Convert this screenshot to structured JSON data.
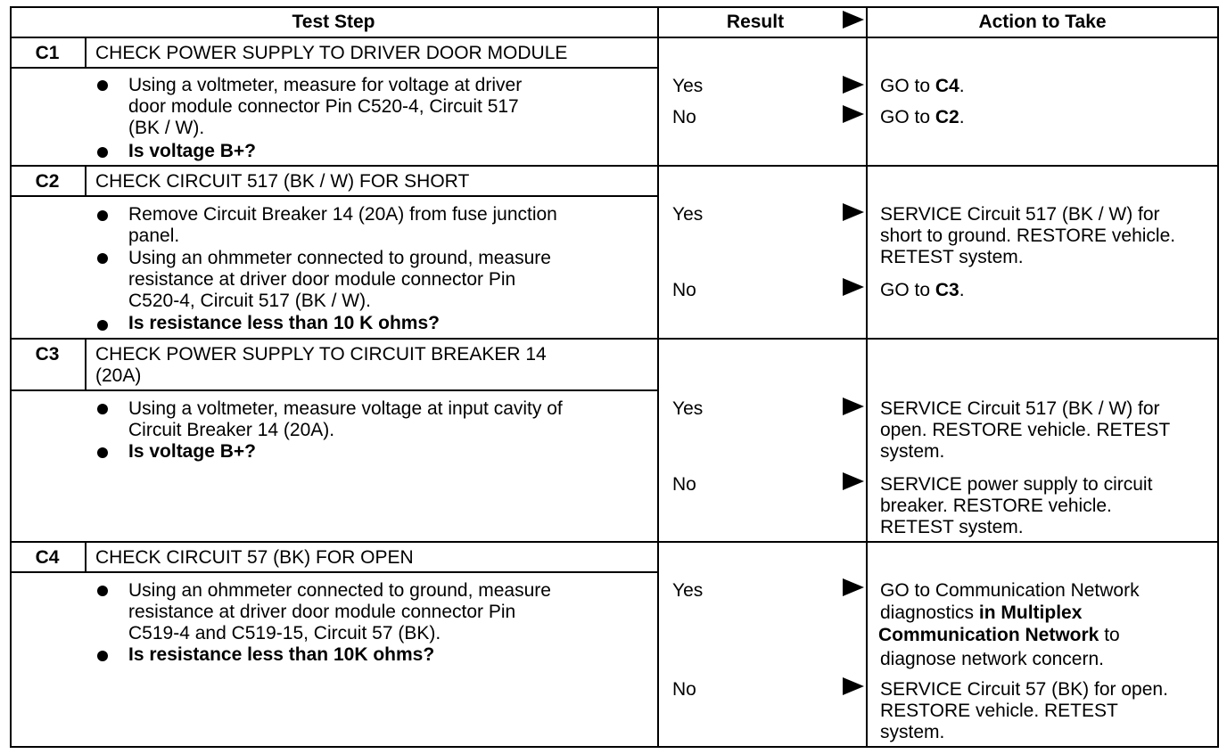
{
  "header": {
    "test_step": "Test Step",
    "result": "Result",
    "action": "Action to Take"
  },
  "steps": [
    {
      "id": "C1",
      "title": "CHECK POWER SUPPLY TO DRIVER DOOR MODULE",
      "bullets": [
        [
          "Using a voltmeter, measure for voltage at driver",
          "door module connector Pin C520-4, Circuit 517",
          "(BK / W)."
        ],
        [
          "Is voltage B+?"
        ]
      ],
      "results": [
        {
          "label": "Yes",
          "action": [
            "GO to ",
            "C4",
            "."
          ]
        },
        {
          "label": "No",
          "action": [
            "GO to ",
            "C2",
            "."
          ]
        }
      ]
    },
    {
      "id": "C2",
      "title": "CHECK CIRCUIT 517 (BK / W) FOR SHORT",
      "bullets": [
        [
          "Remove Circuit Breaker 14 (20A) from fuse junction",
          "panel."
        ],
        [
          "Using an ohmmeter connected to ground, measure",
          "resistance at driver door module connector Pin",
          "C520-4, Circuit 517 (BK / W)."
        ],
        [
          "Is resistance less than 10 K ohms?"
        ]
      ],
      "results": [
        {
          "label": "Yes",
          "action": [
            "SERVICE Circuit 517 (BK / W) for",
            "short to ground. RESTORE vehicle.",
            "RETEST system."
          ]
        },
        {
          "label": "No",
          "action": [
            "GO to ",
            "C3",
            "."
          ]
        }
      ]
    },
    {
      "id": "C3",
      "title": [
        "CHECK POWER SUPPLY TO CIRCUIT BREAKER 14",
        "(20A)"
      ],
      "bullets": [
        [
          "Using a voltmeter, measure voltage at input cavity of",
          "Circuit Breaker 14 (20A)."
        ],
        [
          "Is voltage B+?"
        ]
      ],
      "results": [
        {
          "label": "Yes",
          "action": [
            "SERVICE Circuit 517 (BK / W) for",
            "open. RESTORE vehicle. RETEST",
            "system."
          ]
        },
        {
          "label": "No",
          "action": [
            "SERVICE power supply to circuit",
            "breaker. RESTORE vehicle.",
            "RETEST system."
          ]
        }
      ]
    },
    {
      "id": "C4",
      "title": "CHECK CIRCUIT 57 (BK) FOR OPEN",
      "bullets": [
        [
          "Using an ohmmeter connected to ground, measure",
          "resistance at driver door module connector Pin",
          "C519-4 and C519-15, Circuit 57 (BK)."
        ],
        [
          "Is resistance less than 10K ohms?"
        ]
      ],
      "results": [
        {
          "label": "Yes",
          "action": [
            "GO to Communication Network",
            "diagnostics ",
            "in Multiplex",
            "Communication Network",
            " to",
            "diagnose network concern."
          ]
        },
        {
          "label": "No",
          "action": [
            "SERVICE Circuit 57 (BK) for open.",
            "RESTORE vehicle. RETEST",
            "system."
          ]
        }
      ]
    }
  ]
}
